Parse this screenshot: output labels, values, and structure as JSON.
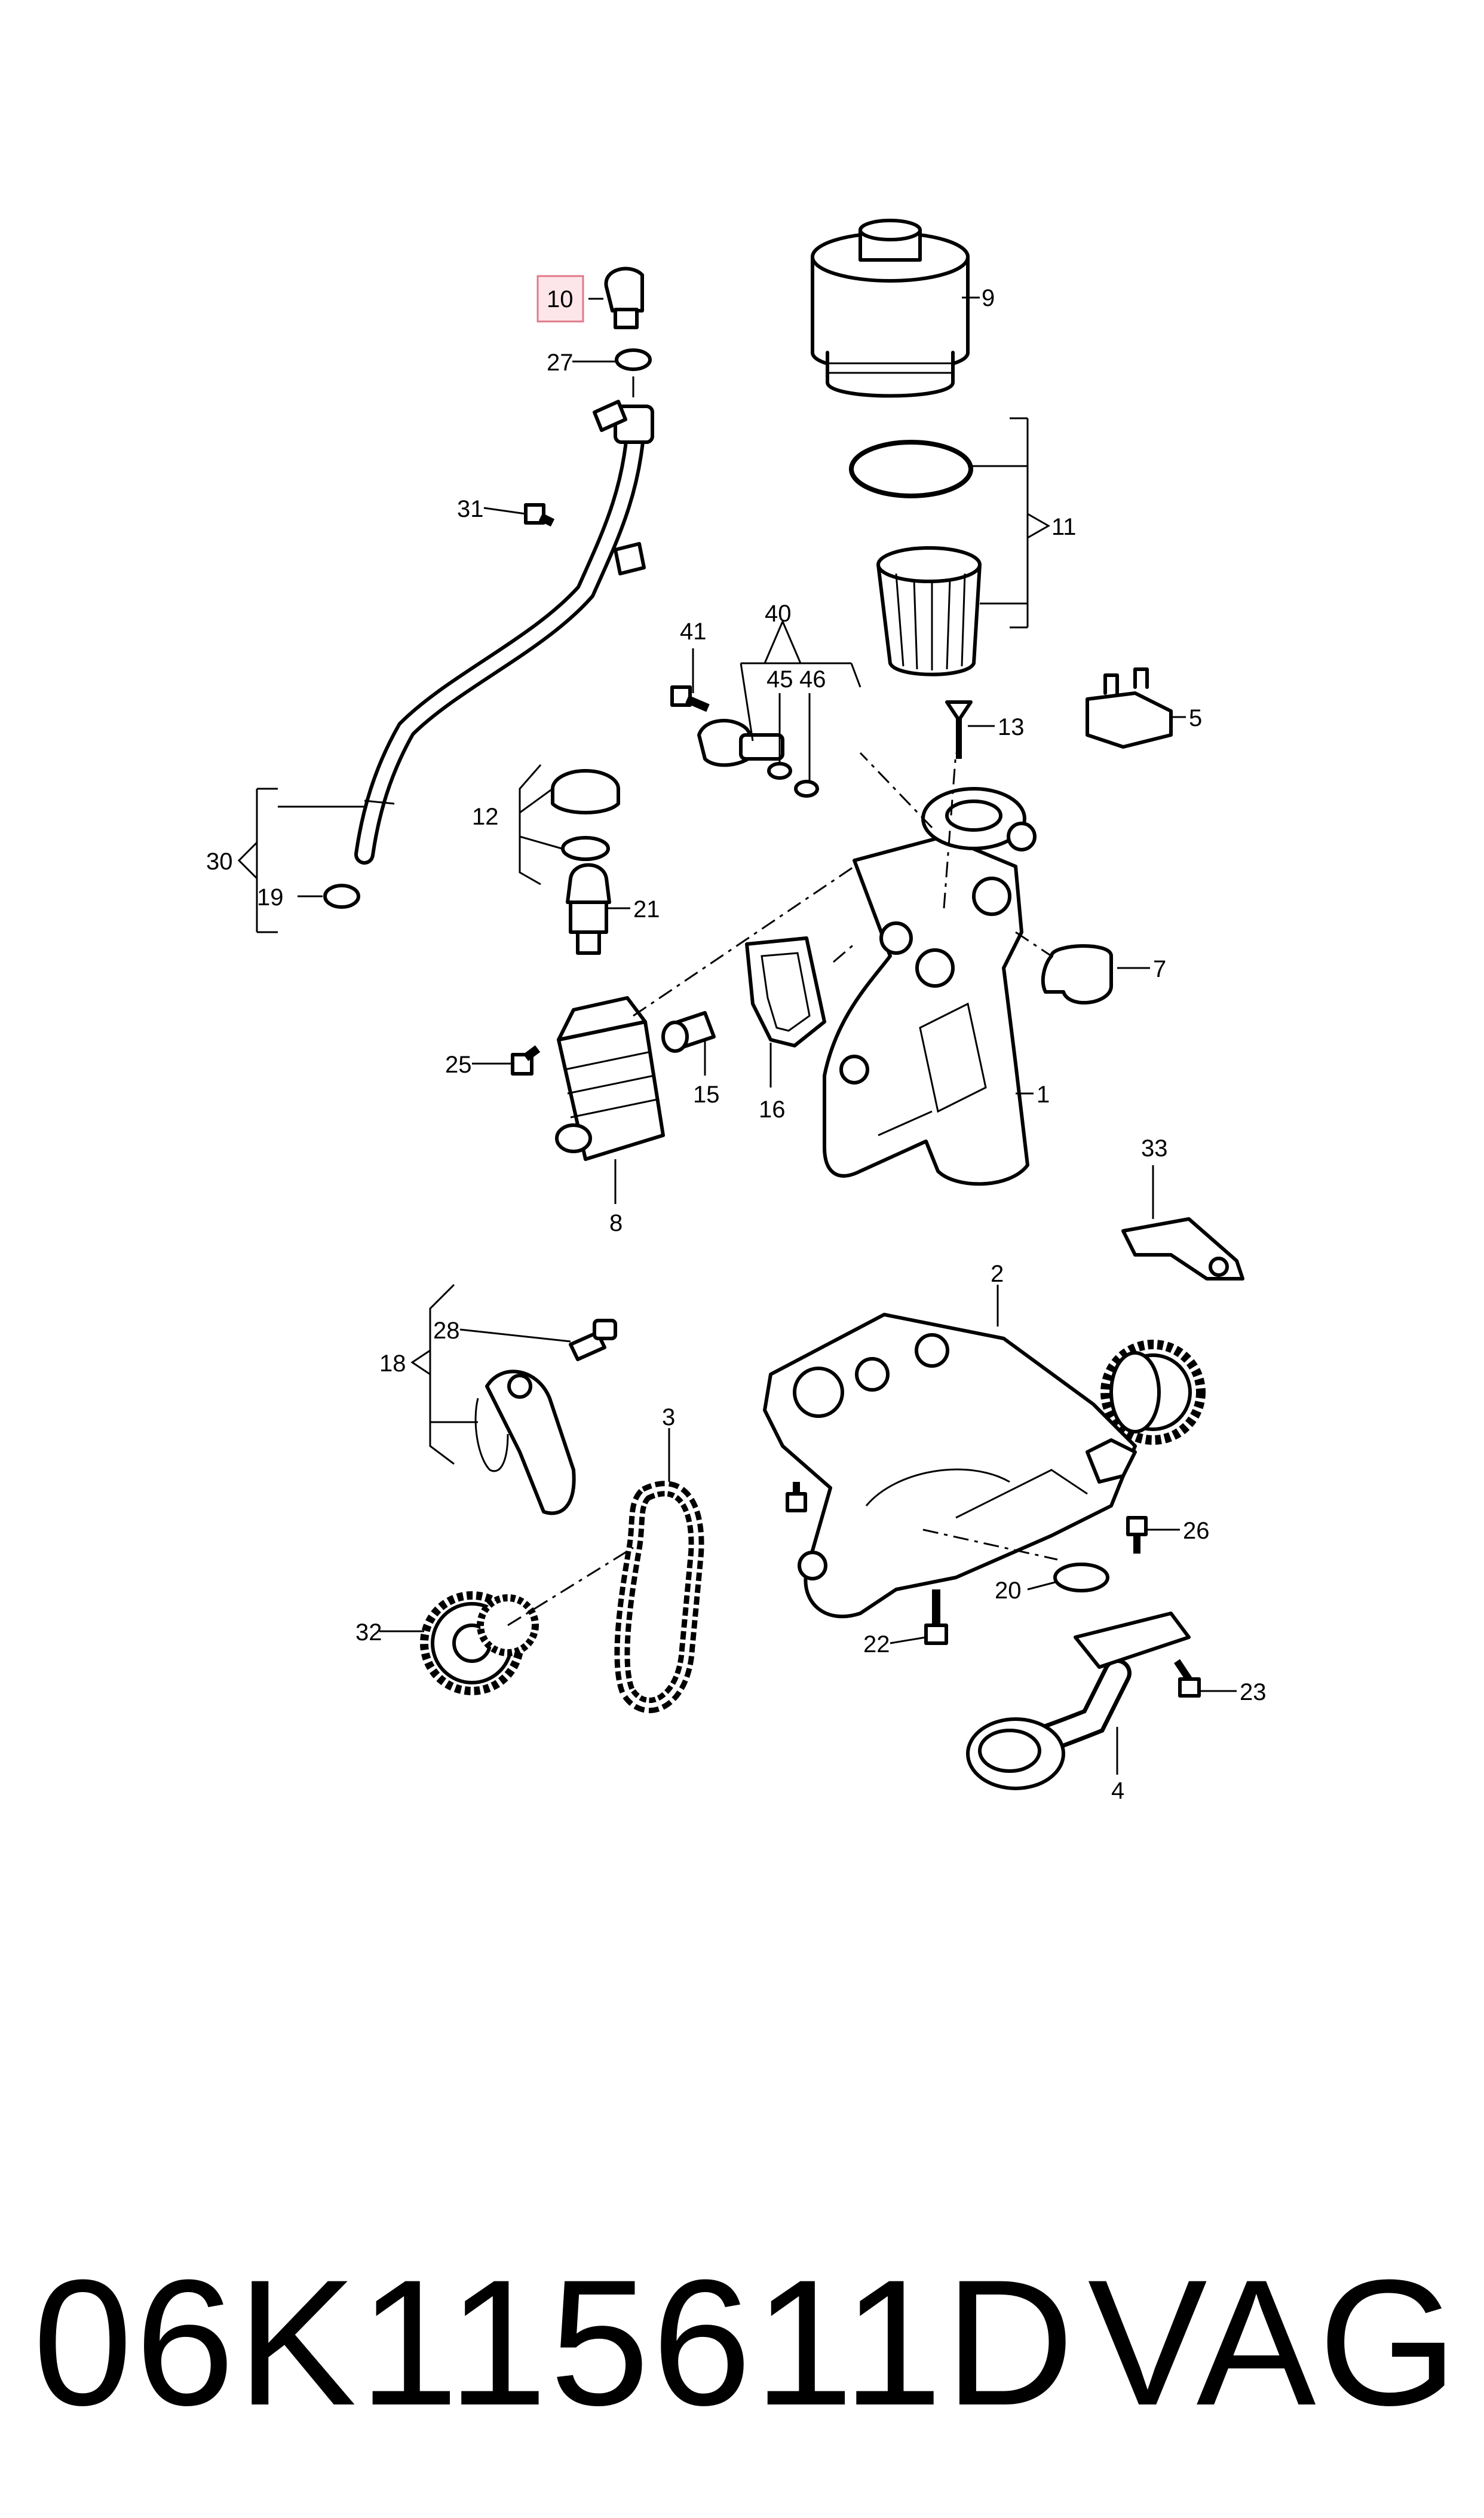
{
  "diagram": {
    "labels": {
      "p1": "1",
      "p2": "2",
      "p3": "3",
      "p4": "4",
      "p5": "5",
      "p7": "7",
      "p8": "8",
      "p9": "9",
      "p10": "10",
      "p11": "11",
      "p12": "12",
      "p13": "13",
      "p15": "15",
      "p16": "16",
      "p18": "18",
      "p19": "19",
      "p20": "20",
      "p21": "21",
      "p22": "22",
      "p23": "23",
      "p25": "25",
      "p26": "26",
      "p27": "27",
      "p28": "28",
      "p30": "30",
      "p31": "31",
      "p32": "32",
      "p33": "33",
      "p40": "40",
      "p41": "41",
      "p45": "45",
      "p46": "46"
    },
    "highlighted_part": "10",
    "highlight_color": "#e07a8a"
  },
  "footer": {
    "part_number": "06K115611D",
    "manufacturer": "VAG"
  }
}
